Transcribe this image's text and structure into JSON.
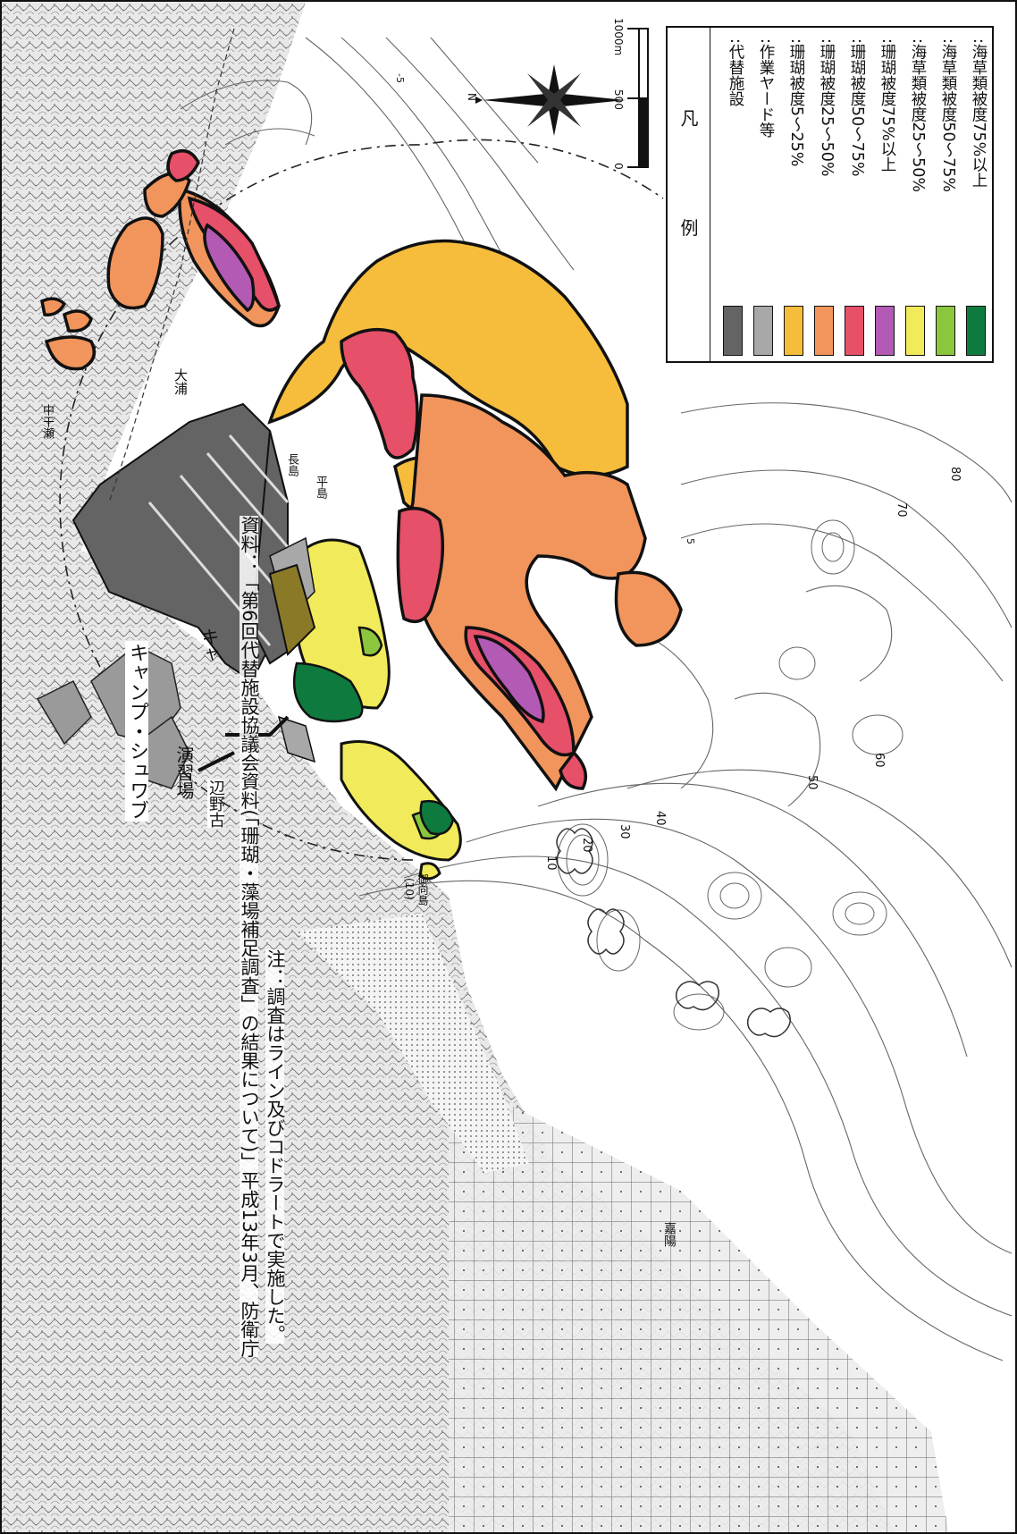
{
  "legend": {
    "title": "凡 例",
    "items": [
      {
        "label": ":代替施設",
        "color": "#646464"
      },
      {
        "label": ":作業ヤード等",
        "color": "#a8a8a8"
      },
      {
        "label": ":珊瑚被度5～25%",
        "color": "#f6bd3c"
      },
      {
        "label": ":珊瑚被度25～50%",
        "color": "#f1955c"
      },
      {
        "label": ":珊瑚被度50～75%",
        "color": "#e65068"
      },
      {
        "label": ":珊瑚被度75%以上",
        "color": "#b25ab4"
      },
      {
        "label": ":海草類被度25～50%",
        "color": "#f1ea5a"
      },
      {
        "label": ":海草類被度50～75%",
        "color": "#8cc63e"
      },
      {
        "label": ":海草類被度75%以上",
        "color": "#0f7a3e"
      }
    ]
  },
  "scale_bar": {
    "ticks": [
      "0",
      "500",
      "1000m"
    ]
  },
  "north_label": "N",
  "place_names": {
    "camp": "キャンプ・シュワブ",
    "camp_short": "キャ",
    "training": "演習場",
    "henoko": "辺野古",
    "nagashima": "長島",
    "hirashima": "平島",
    "oura": "大浦",
    "nakabishi": "中干瀬",
    "ochigami": "御向島",
    "ochigami_num": "(10)",
    "kaya": "嘉陽"
  },
  "depth_labels": [
    "10",
    "20",
    "30",
    "40",
    "50",
    "60",
    "70",
    "80",
    "5",
    "-5"
  ],
  "notes": {
    "note1": "注：調査はライン及びコドラートで実施した。",
    "note2": "資料：「第6回代替施設協議会資料(「珊瑚・藻場補足調査」の結果について)」平成13年3月、防衛庁"
  }
}
